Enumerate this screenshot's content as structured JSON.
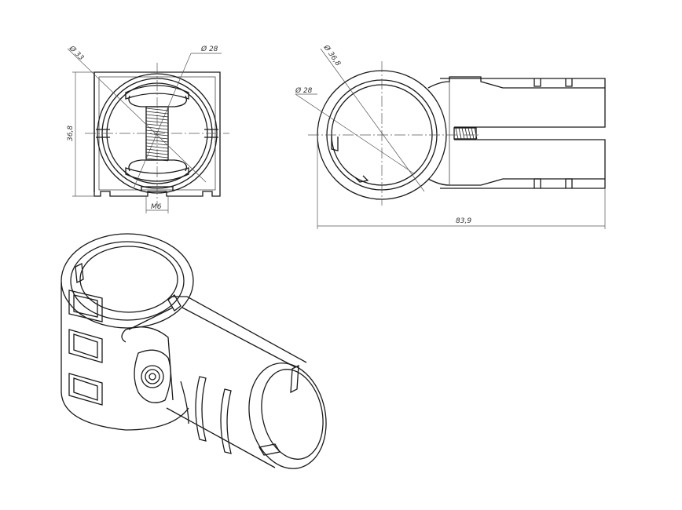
{
  "dimensions": {
    "front_outer_dia": "Ø 33",
    "front_inner_dia": "Ø 28",
    "front_height": "36,8",
    "front_thread": "M6",
    "side_outer_dia": "Ø 36,8",
    "side_inner_dia": "Ø 28",
    "side_length": "83,9"
  }
}
